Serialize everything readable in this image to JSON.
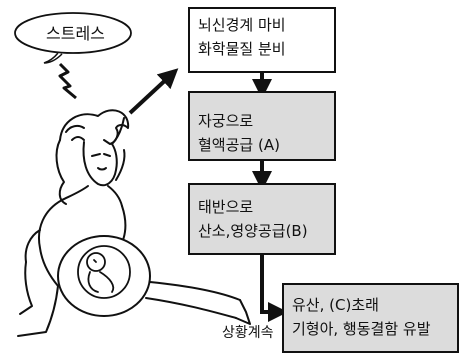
{
  "stress_bubble": {
    "label": "스트레스"
  },
  "flow": {
    "step1": {
      "line1": "뇌신경계 마비",
      "line2": "화학물질 분비"
    },
    "step2": {
      "line1": "자궁으로",
      "line2": "혈액공급 (A)"
    },
    "step3": {
      "line1": "태반으로",
      "line2": "산소,영양공급(B)"
    },
    "step4": {
      "line1": "유산, (C)초래",
      "line2": "기형아, 행동결함 유발"
    },
    "continuation_label": "상황계속"
  },
  "colors": {
    "gray_box": "#dcdcdc",
    "white_box": "#ffffff",
    "line": "#111111"
  },
  "icons": [
    "thought-bubble-icon",
    "lightning-icon",
    "arrow-icon",
    "pregnant-woman-illustration",
    "fetus-illustration"
  ]
}
